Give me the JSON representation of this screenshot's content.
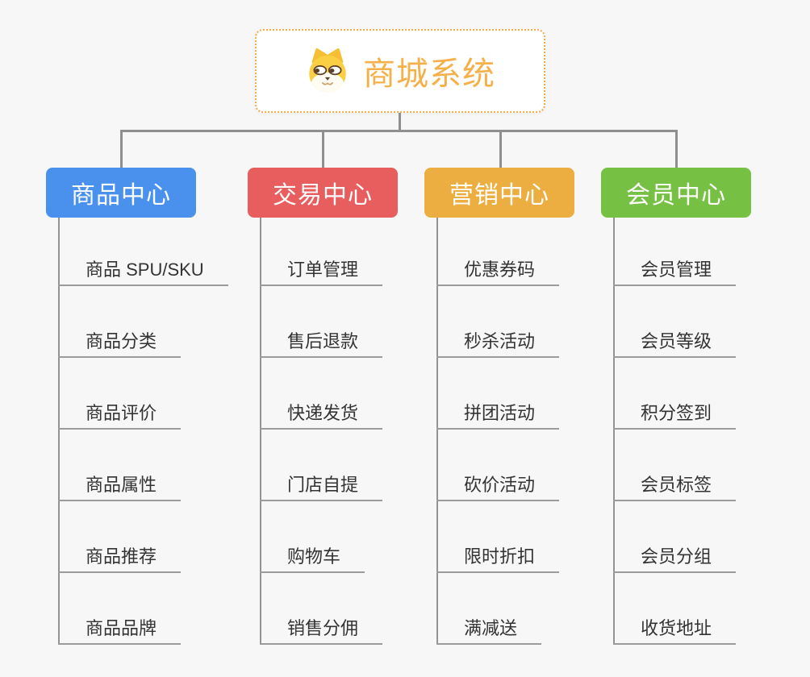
{
  "root": {
    "title": "商城系统",
    "icon": "shiba-dog-icon",
    "title_color": "#f5b04a",
    "border_color": "#f3a944"
  },
  "line_color": "#8f8f8f",
  "branches": [
    {
      "label": "商品中心",
      "color": "#4991ec",
      "items": [
        "商品 SPU/SKU",
        "商品分类",
        "商品评价",
        "商品属性",
        "商品推荐",
        "商品品牌"
      ]
    },
    {
      "label": "交易中心",
      "color": "#e85d5d",
      "items": [
        "订单管理",
        "售后退款",
        "快递发货",
        "门店自提",
        "购物车",
        "销售分佣"
      ]
    },
    {
      "label": "营销中心",
      "color": "#edae41",
      "items": [
        "优惠券码",
        "秒杀活动",
        "拼团活动",
        "砍价活动",
        "限时折扣",
        "满减送"
      ]
    },
    {
      "label": "会员中心",
      "color": "#76c043",
      "items": [
        "会员管理",
        "会员等级",
        "积分签到",
        "会员标签",
        "会员分组",
        "收货地址"
      ]
    }
  ]
}
